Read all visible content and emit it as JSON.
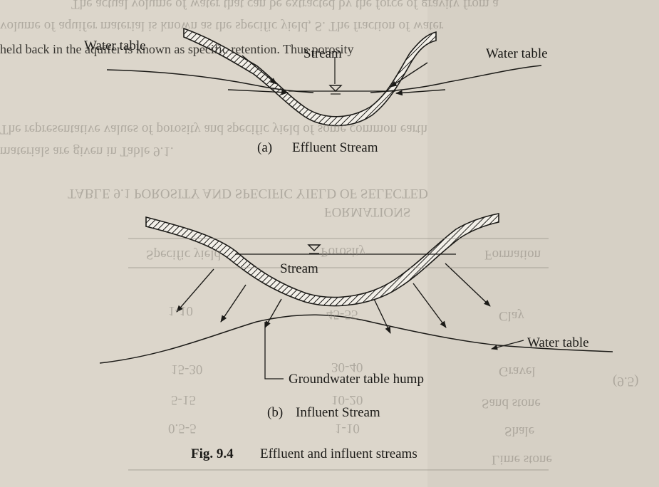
{
  "figure": {
    "top_header": "held back in the aquifer is known as specific retention. Thus porosity",
    "diagram_a": {
      "label_water_table_left": "Water table",
      "label_stream": "Stream",
      "label_water_table_right": "Water table",
      "caption_letter": "(a)",
      "caption_text": "Effluent Stream"
    },
    "diagram_b": {
      "label_stream": "Stream",
      "label_water_table": "Water table",
      "label_hump": "Groundwater table hump",
      "caption_letter": "(b)",
      "caption_text": "Influent Stream"
    },
    "caption_number": "Fig. 9.4",
    "caption_title": "Effluent and influent streams"
  },
  "bleed": {
    "line1": "The actual volume of water that can be extracted by the force of gravity from a",
    "line2": "volume of aquifer material is known as the specific yield, S. The fraction of water",
    "line3": "The representative values of porosity and specific yield of some common earth",
    "line4": "materials are given in Table 9.1.",
    "table_title1": "TABLE 9.1 POROSITY AND SPECIFIC YIELD OF SELECTED",
    "table_title2": "FORMATIONS",
    "col1": "Formation",
    "col2": "Porosity",
    "col3": "Specific yield",
    "row_clay": "Clay",
    "row_clay_p": "45-55",
    "row_clay_s": "1-10",
    "row_gravel": "Gravel",
    "row_gravel_p": "30-40",
    "row_gravel_s": "15-30",
    "row_sand": "Sand stone",
    "row_sand_p": "10-20",
    "row_sand_s": "5-15",
    "row_shale": "Shale",
    "row_shale_p": "1-10",
    "row_shale_s": "0.5-5",
    "row_lime": "Lime stone",
    "eqn": "(9.5)"
  }
}
